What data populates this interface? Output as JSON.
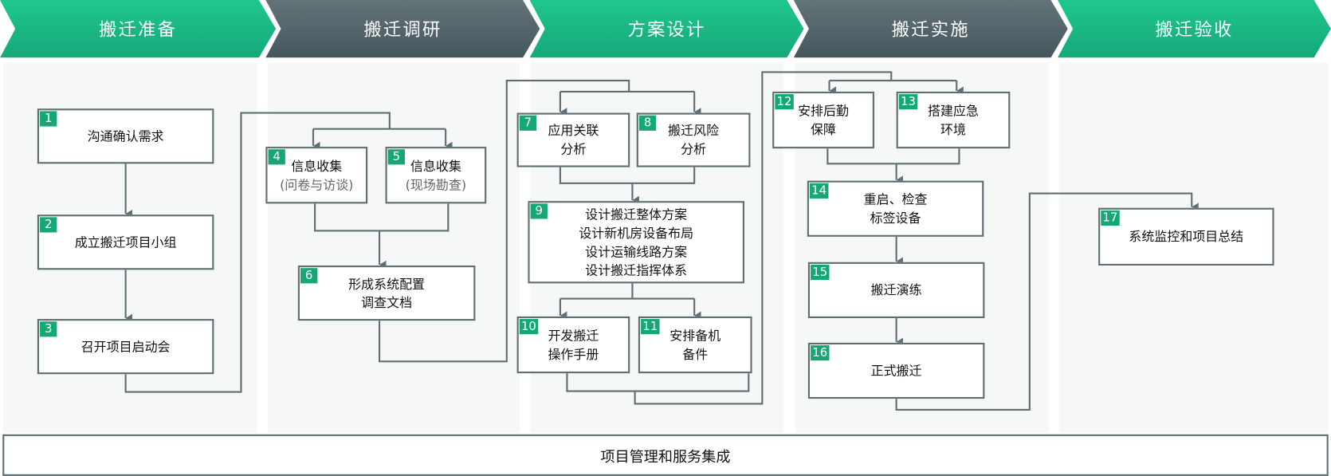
{
  "phases": [
    "搬迁准备",
    "搬迁调研",
    "方案设计",
    "搬迁实施",
    "搬迁验收"
  ],
  "colors": {
    "green": "#1cc28d",
    "dark": "#4f6166",
    "line": "#5e6e73",
    "badge": "#15a874"
  },
  "steps": [
    {
      "n": "1",
      "lines": [
        "沟通确认需求"
      ]
    },
    {
      "n": "2",
      "lines": [
        "成立搬迁项目小组"
      ]
    },
    {
      "n": "3",
      "lines": [
        "召开项目启动会"
      ]
    },
    {
      "n": "4",
      "lines": [
        "信息收集"
      ],
      "sub": "(问卷与访谈)"
    },
    {
      "n": "5",
      "lines": [
        "信息收集"
      ],
      "sub": "(现场勘查)"
    },
    {
      "n": "6",
      "lines": [
        "形成系统配置",
        "调查文档"
      ]
    },
    {
      "n": "7",
      "lines": [
        "应用关联",
        "分析"
      ]
    },
    {
      "n": "8",
      "lines": [
        "搬迁风险",
        "分析"
      ]
    },
    {
      "n": "9",
      "lines": [
        "设计搬迁整体方案",
        "设计新机房设备布局",
        "设计运输线路方案",
        "设计搬迁指挥体系"
      ]
    },
    {
      "n": "10",
      "lines": [
        "开发搬迁",
        "操作手册"
      ]
    },
    {
      "n": "11",
      "lines": [
        "安排备机",
        "备件"
      ]
    },
    {
      "n": "12",
      "lines": [
        "安排后勤",
        "保障"
      ]
    },
    {
      "n": "13",
      "lines": [
        "搭建应急",
        "环境"
      ]
    },
    {
      "n": "14",
      "lines": [
        "重启、检查",
        "标签设备"
      ]
    },
    {
      "n": "15",
      "lines": [
        "搬迁演练"
      ]
    },
    {
      "n": "16",
      "lines": [
        "正式搬迁"
      ]
    },
    {
      "n": "17",
      "lines": [
        "系统监控和项目总结"
      ]
    }
  ],
  "footer": "项目管理和服务集成"
}
